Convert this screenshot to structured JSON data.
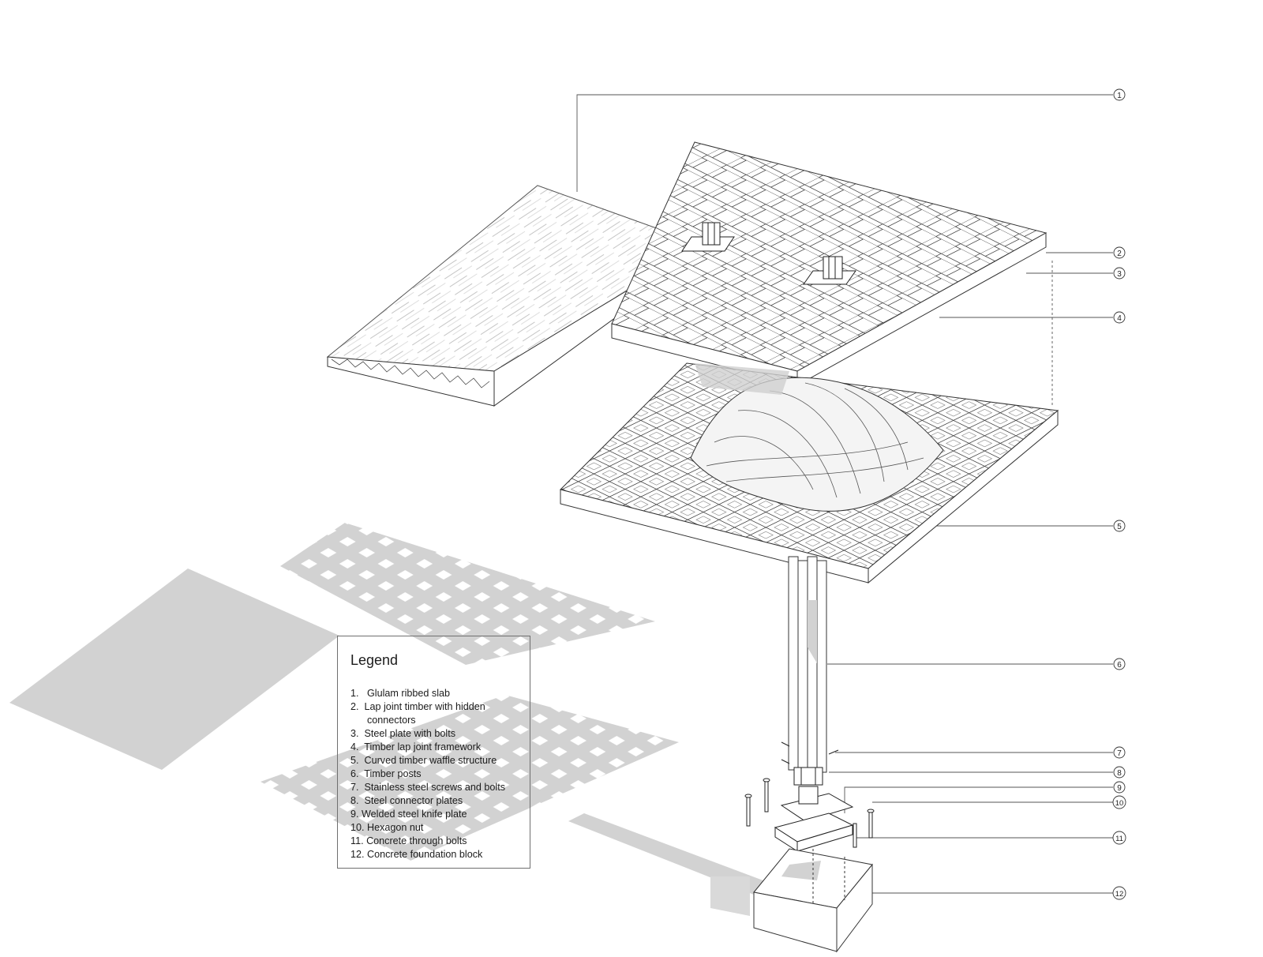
{
  "callouts": [
    "1",
    "2",
    "3",
    "4",
    "5",
    "6",
    "7",
    "8",
    "9",
    "10",
    "11",
    "12"
  ],
  "legend": {
    "title": "Legend",
    "items": [
      "1.   Glulam ribbed slab",
      "2.  Lap joint timber with hidden",
      "      connectors",
      "3.  Steel plate with bolts",
      "4.  Timber lap joint framework",
      "5.  Curved timber waffle structure",
      "6.  Timber posts",
      "7.  Stainless steel screws and bolts",
      "8.  Steel connector plates",
      "9. Welded steel knife plate",
      "10. Hexagon nut",
      "11. Concrete through bolts",
      "12. Concrete foundation block"
    ]
  },
  "colors": {
    "line": "#3a3a3a",
    "shadow": "#d2d2d2",
    "timber": "#ffffff"
  }
}
